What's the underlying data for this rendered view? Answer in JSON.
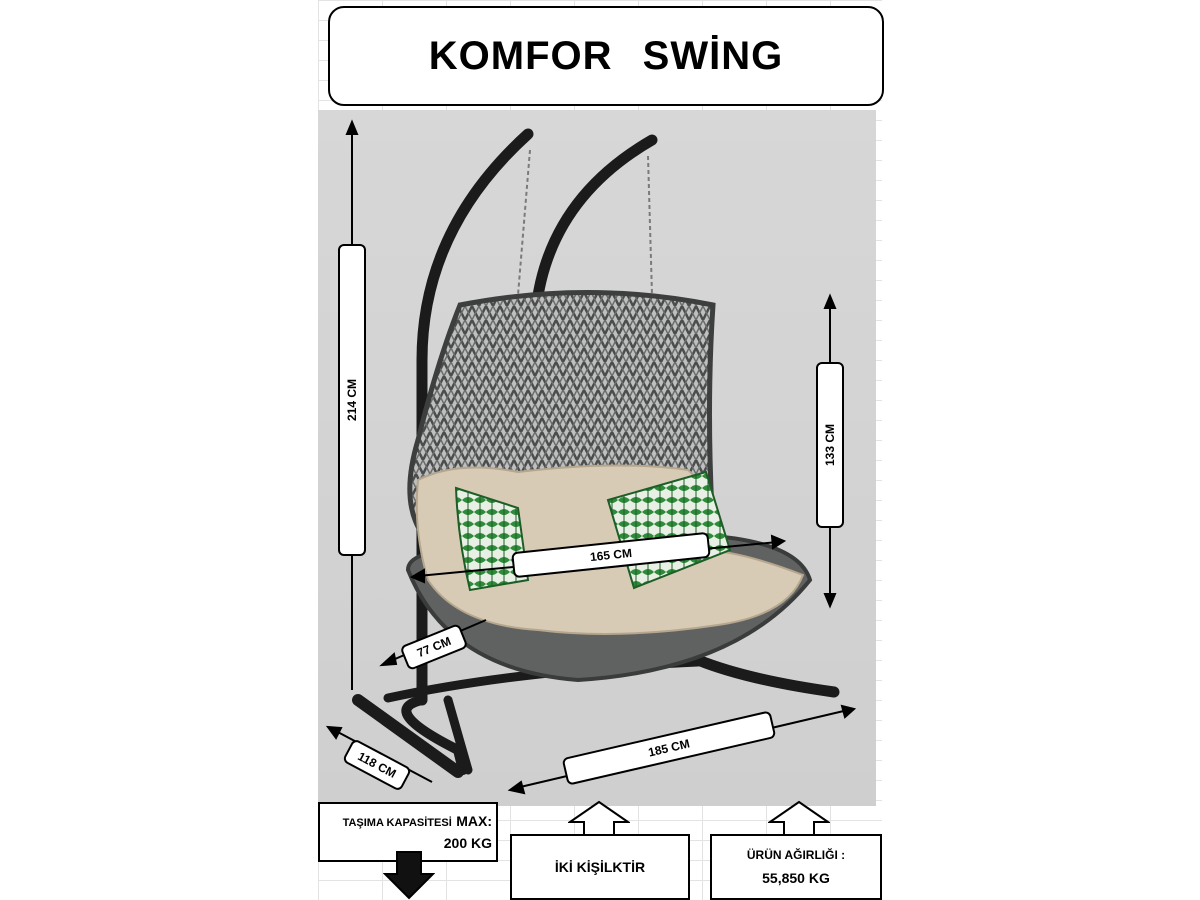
{
  "title": "KOMFOR   SWİNG",
  "dimensions": {
    "height_total": "214  CM",
    "back_height": "133  CM",
    "seat_width": "165 CM",
    "seat_depth": "77  CM",
    "base_depth": "118 CM",
    "base_width": "185 CM"
  },
  "capacity": {
    "label": "TAŞIMA KAPASİTESİ",
    "max": "MAX:",
    "value": "200 KG"
  },
  "persons": "İKİ KİŞİLKTİR",
  "weight": {
    "label": "ÜRÜN AĞIRLIĞI :",
    "value": "55,850 KG"
  },
  "colors": {
    "background_photo": "#d4d4d4",
    "frame": "#1b1b1b",
    "rattan": "#5a5d5c",
    "cushion": "#d8cbb5",
    "leaf_green": "#2e8b3a"
  }
}
